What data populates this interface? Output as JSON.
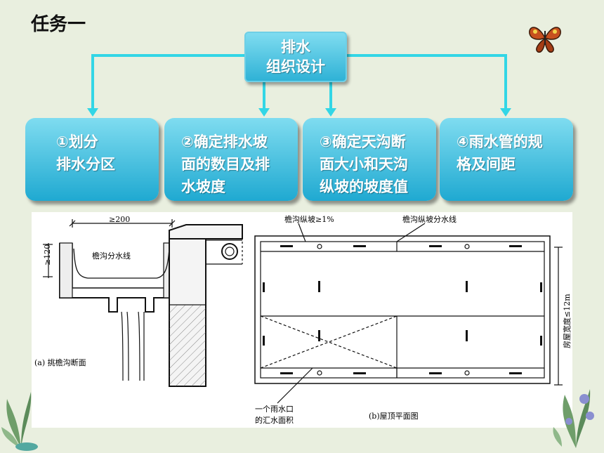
{
  "slide": {
    "title": "任务一"
  },
  "root": {
    "line1": "排水",
    "line2": "组织设计"
  },
  "tasks": [
    {
      "label": "①划分\n排水分区"
    },
    {
      "label": "②确定排水坡\n面的数目及排\n水坡度"
    },
    {
      "label": "③确定天沟断\n面大小和天沟\n纵坡的坡度值"
    },
    {
      "label": "④雨水管的规\n格及间距"
    }
  ],
  "figure_a": {
    "dim_top": "≥200",
    "dim_side": "≥120",
    "label": "檐沟分水线",
    "caption": "(a) 挑檐沟断面"
  },
  "figure_b": {
    "label_slope": "檐沟纵坡≥1%",
    "label_divide": "檐沟纵坡分水线",
    "label_width": "房屋宽度≤12m",
    "label_outlet_line1": "一个雨水口",
    "label_outlet_line2": "的汇水面积",
    "caption": "(b)屋顶平面图"
  },
  "colors": {
    "box": "#2fb2d6",
    "connector": "#33d6e6",
    "background": "#e9efdf"
  },
  "icons": [
    "butterfly-icon",
    "plant-left-icon",
    "plant-right-icon"
  ]
}
